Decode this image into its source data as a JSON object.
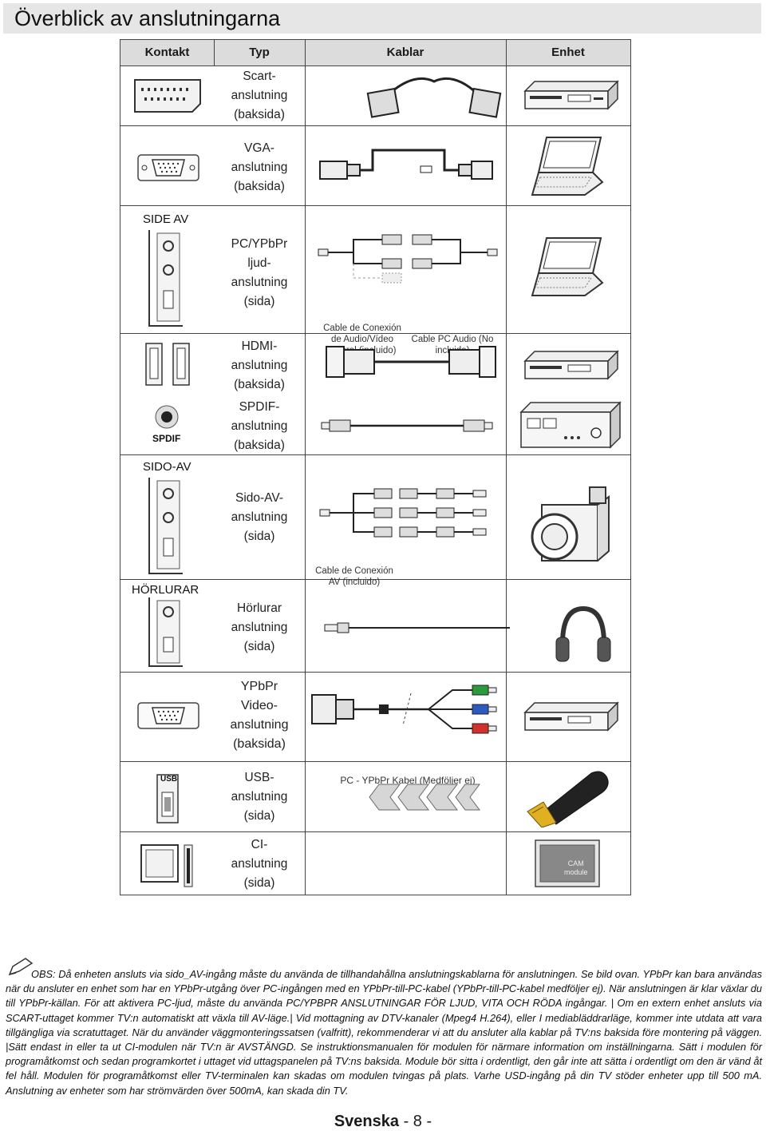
{
  "title": "Överblick av anslutningarna",
  "columns": {
    "kontakt": "Kontakt",
    "typ": "Typ",
    "kablar": "Kablar",
    "enhet": "Enhet"
  },
  "rows": {
    "scart": {
      "type": [
        "Scart-",
        "anslutning",
        "(baksida)"
      ],
      "icon": "scart-connector-icon",
      "device": "dvd-player-icon"
    },
    "vga": {
      "type": [
        "VGA-",
        "anslutning",
        "(baksida)"
      ],
      "icon": "vga-connector-icon",
      "device": "laptop-icon"
    },
    "pcaudio": {
      "label": "SIDE AV",
      "type": [
        "PC/YPbPr",
        "ljud-",
        "anslutning",
        "(sida)"
      ],
      "cable_a": "Cable de Conexión de Audio/Vídeo Lateral (incluido)",
      "cable_b": "Cable PC Audio (No incluido)",
      "device": "laptop-icon"
    },
    "hdmi": {
      "type": [
        "HDMI-",
        "anslutning",
        "(baksida)"
      ],
      "device": "dvd-player-icon"
    },
    "spdif": {
      "jack_label": "SPDIF",
      "type": [
        "SPDIF-",
        "anslutning",
        "(baksida)"
      ],
      "device": "amplifier-icon"
    },
    "sidoav": {
      "label": "SIDO-AV",
      "type": [
        "Sido-AV-",
        "anslutning",
        "(sida)"
      ],
      "cable": "Cable de Conexión AV (incluido)",
      "device": "camcorder-icon"
    },
    "horlurar": {
      "label": "HÖRLURAR",
      "type": [
        "Hörlurar",
        "anslutning",
        "(sida)"
      ],
      "device": "headphones-icon"
    },
    "ypbpr": {
      "type": [
        "YPbPr",
        "Video-",
        "anslutning",
        "(baksida)"
      ],
      "cable": "PC - YPbPr Kabel (Medföljer ej)",
      "device": "dvd-player-icon"
    },
    "usb": {
      "port_label": "USB",
      "type": [
        "USB-",
        "anslutning",
        "(sida)"
      ],
      "device": "usb-stick-icon"
    },
    "ci": {
      "type": [
        "CI-",
        "anslutning",
        "(sida)"
      ],
      "module_label": [
        "CAM",
        "module"
      ],
      "device": "cam-module-icon"
    }
  },
  "note": "OBS: Då enheten ansluts via sido_AV-ingång måste du använda de tillhandahållna anslutningskablarna för anslutningen. Se bild ovan. YPbPr kan bara användas när du ansluter en enhet som har en YPbPr-utgång över PC-ingången med en YPbPr-till-PC-kabel (YPbPr-till-PC-kabel medföljer ej). När anslutningen är klar växlar du till YPbPr-källan. För att aktivera PC-ljud, måste du använda PC/YPBPR ANSLUTNINGAR FÖR LJUD, VITA OCH RÖDA ingångar. | Om en extern enhet ansluts via SCART-uttaget kommer TV:n automatiskt att växla till AV-läge.| Vid mottagning av DTV-kanaler (Mpeg4 H.264), eller I mediabläddrarläge, kommer inte utdata att vara tillgängliga via scratuttaget. När du använder väggmonteringssatsen (valfritt), rekommenderar vi att du ansluter alla kablar på TV:ns baksida före montering på väggen. |Sätt endast in eller ta ut CI-modulen när TV:n är AVSTÄNGD. Se instruktionsmanualen för modulen för närmare information om inställningarna. Sätt i modulen för programåtkomst och sedan programkortet i uttaget vid uttagspanelen på TV:ns baksida. Module bör sitta i ordentligt, den går inte att sätta i ordentligt om den är vänd åt fel håll. Modulen för programåtkomst eller TV-terminalen kan skadas om modulen tvingas på plats. Varhe USD-ingång på din TV stöder enheter upp till 500 mA. Anslutning av enheter som har strömvärden över 500mA, kan skada din TV.",
  "footer": {
    "lang": "Svenska",
    "page": "- 8 -"
  }
}
